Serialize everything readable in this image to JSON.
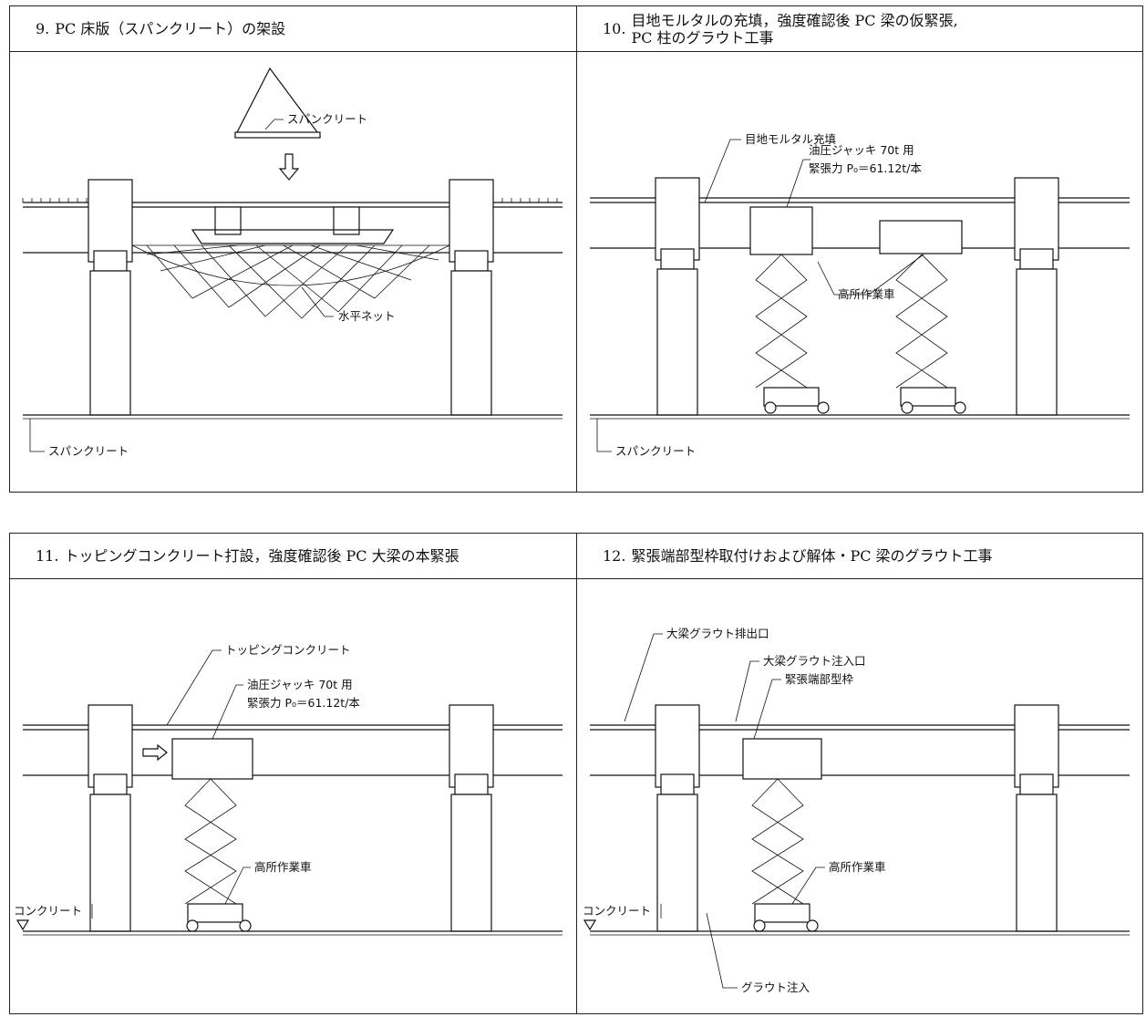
{
  "panels": [
    {
      "number": "9.",
      "title": "PC 床版（スパンクリート）の架設",
      "labels": {
        "slab": "スパンクリート",
        "net": "水平ネット",
        "ground": "スパンクリート"
      }
    },
    {
      "number": "10.",
      "title_line1": "目地モルタルの充填，強度確認後 PC 梁の仮緊張,",
      "title_line2": "PC 柱のグラウト工事",
      "labels": {
        "mortar": "目地モルタル充填",
        "jack": "油圧ジャッキ 70t 用",
        "force": "緊張力  P₀＝61.12t/本",
        "lift": "高所作業車",
        "ground": "スパンクリート"
      }
    },
    {
      "number": "11.",
      "title": "トッピングコンクリート打設，強度確認後 PC 大梁の本緊張",
      "labels": {
        "topping": "トッピングコンクリート",
        "jack": "油圧ジャッキ 70t 用",
        "force": "緊張力  P₀＝61.12t/本",
        "lift": "高所作業車",
        "concrete": "コンクリート"
      }
    },
    {
      "number": "12.",
      "title": "緊張端部型枠取付けおよび解体・PC 梁のグラウト工事",
      "labels": {
        "outlet": "大梁グラウト排出口",
        "inlet": "大梁グラウト注入口",
        "form": "緊張端部型枠",
        "lift": "高所作業車",
        "concrete": "コンクリート",
        "grout": "グラウト注入"
      }
    }
  ]
}
